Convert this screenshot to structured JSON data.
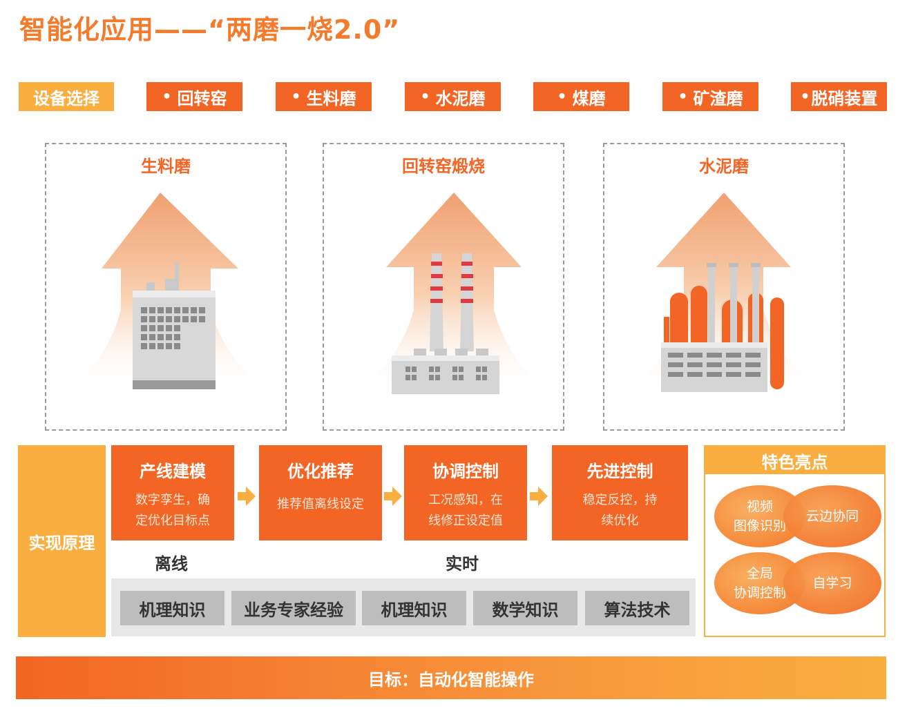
{
  "title": "智能化应用——“两磨一烧2.0”",
  "equipment": {
    "label": "设备选择",
    "bullet": "•",
    "items": [
      "回转窑",
      "生料磨",
      "水泥磨",
      "煤磨",
      "矿渣磨",
      "脱硝装置"
    ]
  },
  "panels": [
    "生料磨",
    "回转窑煅烧",
    "水泥磨"
  ],
  "principle": {
    "label": "实现原理",
    "steps": [
      {
        "title": "产线建模",
        "line1": "数字孪生，确",
        "line2": "定优化目标点"
      },
      {
        "title": "优化推荐",
        "line1": "推荐值离线设定",
        "line2": ""
      },
      {
        "title": "协调控制",
        "line1": "工况感知，在",
        "line2": "线修正设定值"
      },
      {
        "title": "先进控制",
        "line1": "稳定反控，持",
        "line2": "续优化"
      }
    ],
    "offline": "离线",
    "realtime": "实时",
    "knowledge": [
      "机理知识",
      "业务专家经验",
      "机理知识",
      "数学知识",
      "算法技术"
    ]
  },
  "features": {
    "title": "特色亮点",
    "bubbles": [
      {
        "line1": "视频",
        "line2": "图像识别"
      },
      {
        "line1": "云边协同",
        "line2": ""
      },
      {
        "line1": "全局",
        "line2": "协调控制"
      },
      {
        "line1": "自学习",
        "line2": ""
      }
    ]
  },
  "goal": "目标：自动化智能操作",
  "colors": {
    "orange": "#F26524",
    "light_orange": "#F9AE3F",
    "gray": "#BDBDBD",
    "red_band": "#E2383F"
  }
}
